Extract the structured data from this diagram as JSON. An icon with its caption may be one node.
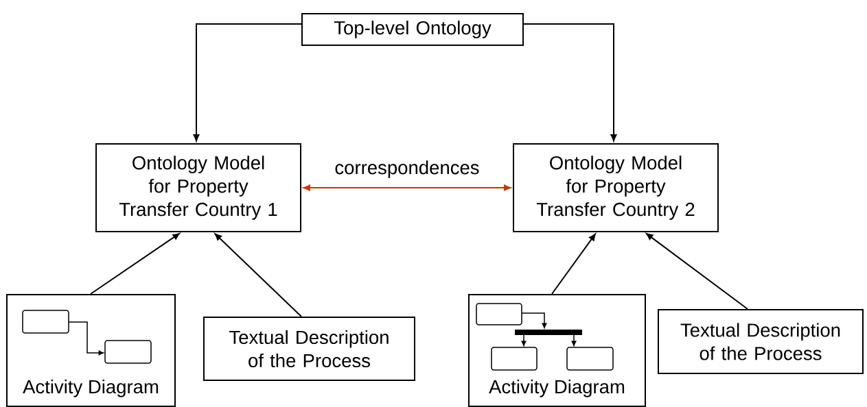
{
  "diagram": {
    "nodes": [
      {
        "text": [
          "Top-level Ontology"
        ]
      },
      {
        "text": [
          "Ontology Model for Property Transfer Country 1"
        ]
      },
      {
        "text": [
          "Ontology Model for Property Transfer Country 2"
        ]
      },
      {
        "text": [
          "Activity Diagram"
        ]
      },
      {
        "text": [
          "Textual Description of the Process"
        ]
      },
      {
        "text": [
          "Activity Diagram"
        ]
      },
      {
        "text": [
          "Textual Description of the Process"
        ]
      }
    ],
    "edges": [
      {
        "from": 0,
        "to": 1,
        "arrow": "to"
      },
      {
        "from": 0,
        "to": 2,
        "arrow": "to"
      },
      {
        "from": 1,
        "to": 2,
        "arrow": "both",
        "label": "correspondences",
        "color": "#cc3300"
      },
      {
        "from": 3,
        "to": 1,
        "arrow": "to"
      },
      {
        "from": 4,
        "to": 1,
        "arrow": "to"
      },
      {
        "from": 5,
        "to": 2,
        "arrow": "to"
      },
      {
        "from": 6,
        "to": 2,
        "arrow": "to"
      }
    ]
  }
}
